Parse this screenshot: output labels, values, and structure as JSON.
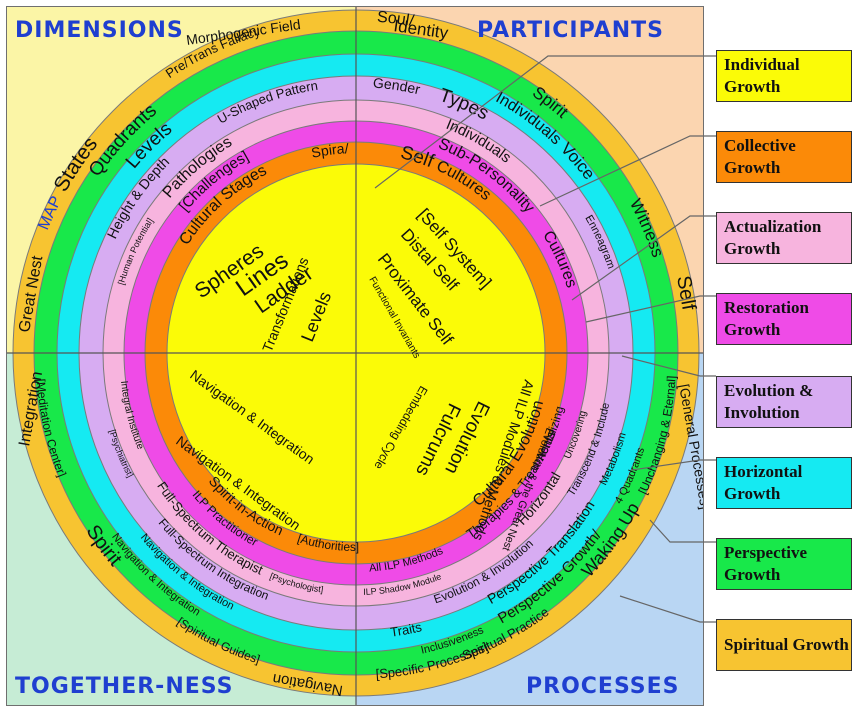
{
  "quadrants": {
    "top_left": "DIMENSIONS",
    "top_right": "PARTICIPANTS",
    "bottom_left": "TOGETHER-NESS",
    "bottom_right": "PROCESSES"
  },
  "colors": {
    "quad_top_left": "#fbf5a6",
    "quad_top_right": "#fbd5b0",
    "quad_bottom_left": "#c6ecd5",
    "quad_bottom_right": "#b9d6f3",
    "ring_outer": "#f7c431",
    "ring_green": "#18e84a",
    "ring_cyan": "#15eaf2",
    "ring_lavender": "#d7acf2",
    "ring_pink": "#f7b4de",
    "ring_magenta": "#ef4be7",
    "ring_orange": "#fb8a08",
    "core": "#fbfb07"
  },
  "ring_labels": {
    "outer": {
      "top_left": [
        "Morphogenic Field",
        "Pre/Trans Fallacy"
      ],
      "top_right": [
        "Identity",
        "Soul/"
      ],
      "left_side": [
        "Great Nest",
        "States",
        "MAP"
      ],
      "right_side": [
        "Self",
        "Witness",
        "Spirit"
      ],
      "bottom_left": [
        "Integration",
        "[Meditation Center]",
        "Spirit",
        "[Spiritual Guides]",
        "Navigation"
      ],
      "bottom_right": [
        "[General Processes]",
        "[Unchanging & Eternal]",
        "Waking Up",
        "[Specific Processes]",
        "Spiritual Practice"
      ]
    },
    "green": [
      "Quadrants",
      "Individuals",
      "4 Quadrants",
      "Navigation & Integration",
      "Perspective Growth/",
      "Inclusiveness"
    ],
    "cyan": [
      "Levels",
      "Gender",
      "Types",
      "Voice",
      "Metabolism",
      "Navigation & Integration",
      "Perspective Translation",
      "Traits"
    ],
    "lavender": [
      "Height & Depth",
      "U-Shaped Pattern",
      "Individuals",
      "Enneagram",
      "Transcend & Include",
      "Full-Spectrum Integration",
      "Evolution & Involution"
    ],
    "pink": [
      "[Human Potential]",
      "Pathologies",
      "Sub-Personality",
      "Uncovering",
      "Horizontal",
      "Integral Institute",
      "[Psychiatrist]",
      "Full-Spectrum Therapist",
      "[Psychologist]",
      "ILP Shadow Module"
    ],
    "magenta": [
      "[Challenges]",
      "Self",
      "Cultures",
      "Actualizing",
      "Therapies & Treatments",
      "ILP Practitioner",
      "All ILP Methods"
    ],
    "orange": [
      "Cultural Stages",
      "Spira/",
      "Cultures",
      "Cultural Evolution",
      "Spirit-in-Action",
      "[Authorities]"
    ],
    "core": {
      "top_left": [
        "Spheres",
        "Lines",
        "Ladder",
        "Transformations",
        "Levels"
      ],
      "top_right": [
        "[Self System]",
        "Distal Self",
        "Proximate Self",
        "Functional Invariants"
      ],
      "bottom_left": [
        "Navigation & Integration",
        "Navigation & Integration"
      ],
      "bottom_right": [
        "All ILP Modules & Methods",
        "Evolution",
        "Fulcrums",
        "Embedding Cycle",
        "Evolution & the Great Nest"
      ]
    }
  },
  "legend": [
    {
      "label": "Individual Growth",
      "color": "#fbfb07"
    },
    {
      "label": "Collective Growth",
      "color": "#fb8a08"
    },
    {
      "label": "Actualization Growth",
      "color": "#f7b4de"
    },
    {
      "label": "Restoration Growth",
      "color": "#ef4be7"
    },
    {
      "label": "Evolution & Involution",
      "color": "#d7acf2"
    },
    {
      "label": "Horizontal Growth",
      "color": "#15eaf2"
    },
    {
      "label": "Perspective Growth",
      "color": "#18e84a"
    },
    {
      "label": "Spiritual Growth",
      "color": "#f7c431"
    }
  ]
}
